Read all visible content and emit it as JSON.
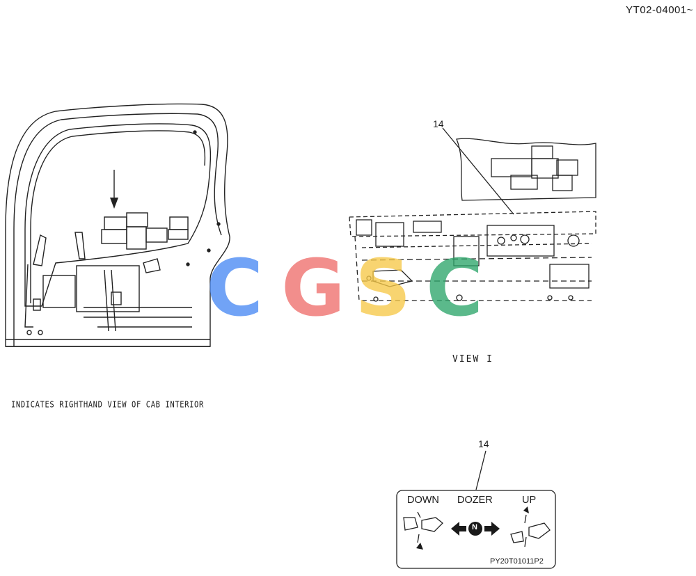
{
  "header": {
    "serial": "YT02-04001~"
  },
  "callouts": {
    "top_item": "14",
    "bottom_item": "14"
  },
  "view_label": "VIEW I",
  "caption": "INDICATES RIGHTHAND VIEW OF CAB INTERIOR",
  "decal": {
    "down": "DOWN",
    "dozer": "DOZER",
    "up": "UP",
    "neutral": "N",
    "part_code": "PY20T01011P2"
  },
  "watermark": {
    "letters": [
      "C",
      "G",
      "S",
      "C"
    ],
    "colors": [
      "#4a8af4",
      "#ef6f6c",
      "#f7c948",
      "#2ea66b"
    ]
  }
}
